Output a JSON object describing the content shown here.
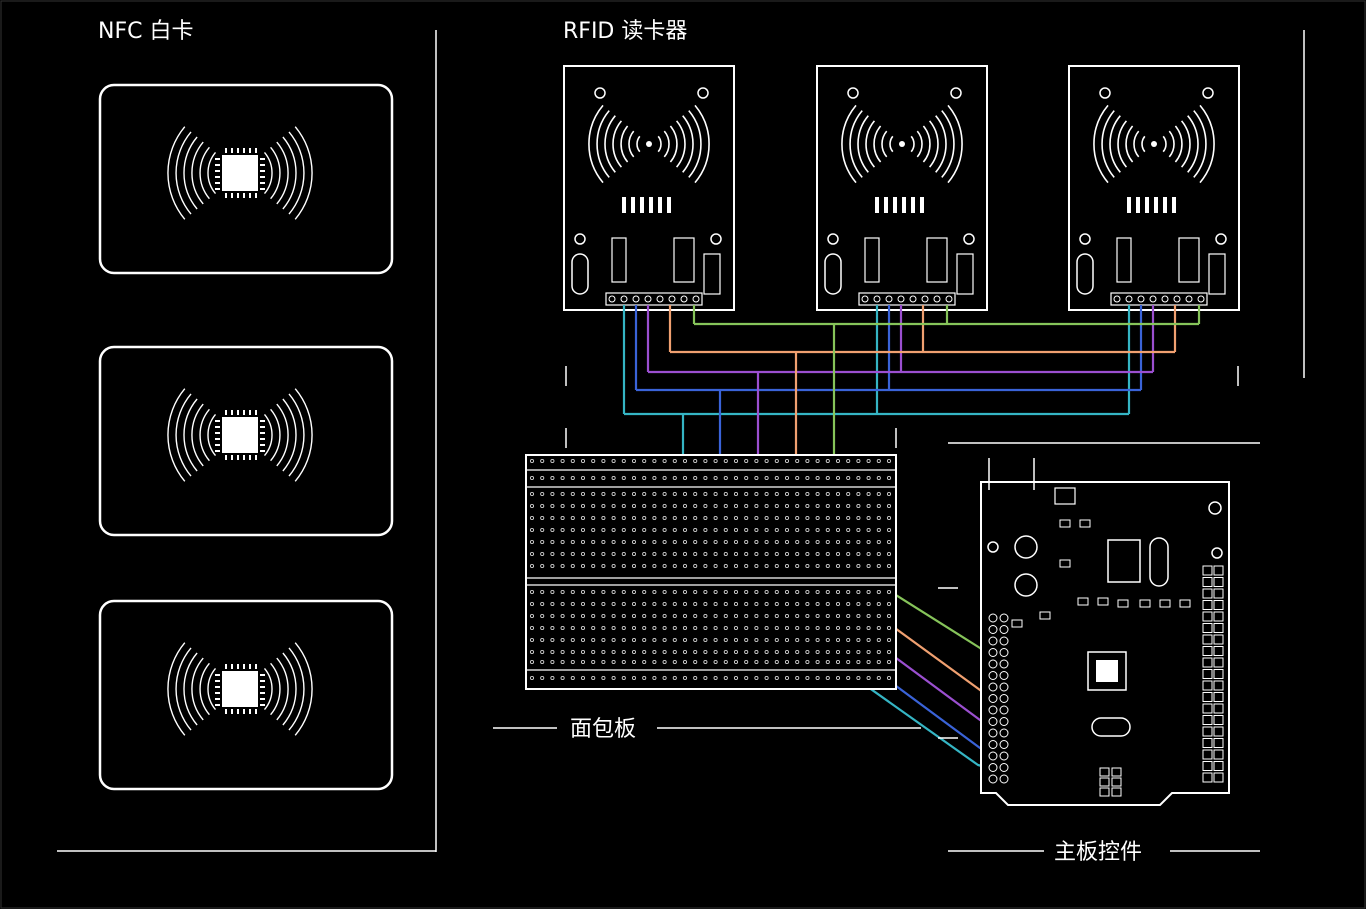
{
  "sections": {
    "nfc_title": "NFC 白卡",
    "rfid_title": "RFID 读卡器",
    "breadboard_title": "面包板",
    "mainboard_title": "主板控件"
  },
  "wire_colors": {
    "teal": "#35b5c4",
    "blue": "#3a63d8",
    "purple": "#9b4fd0",
    "orange": "#f0a070",
    "green": "#86c45a"
  },
  "card_icon": "nfc-chip-icon",
  "reader_icon": "rfid-antenna-icon",
  "board_icon": "arduino-board-icon"
}
